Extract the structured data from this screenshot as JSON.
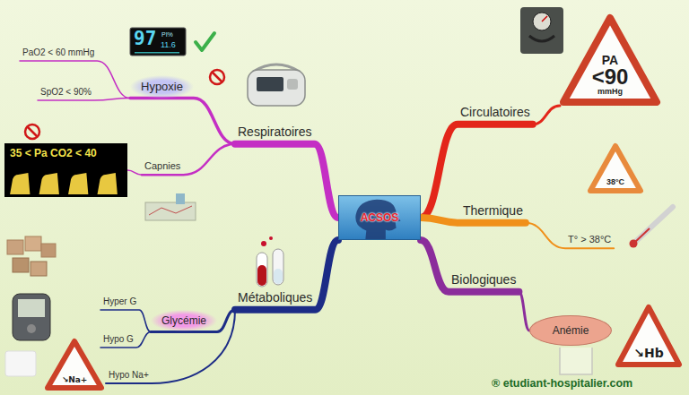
{
  "diagram": {
    "nodes": [
      {
        "text": [
          "ACSOS"
        ]
      },
      {
        "text": [
          "Respiratoires"
        ]
      },
      {
        "text": [
          "Hypoxie"
        ]
      },
      {
        "text": [
          "PaO2 < 60 mmHg"
        ]
      },
      {
        "text": [
          "SpO2 < 90%"
        ]
      },
      {
        "text": [
          "Capnies"
        ]
      },
      {
        "text": [
          "35 < Pa CO2 < 40"
        ]
      },
      {
        "text": [
          "Circulatoires"
        ]
      },
      {
        "text": [
          "PA",
          "<90",
          "mmHg"
        ]
      },
      {
        "text": [
          "Thermique"
        ]
      },
      {
        "text": [
          "T° > 38°C"
        ]
      },
      {
        "text": [
          "38°C"
        ]
      },
      {
        "text": [
          "Biologiques"
        ]
      },
      {
        "text": [
          "Anémie"
        ]
      },
      {
        "text": [
          "↘Hb"
        ]
      },
      {
        "text": [
          "Métaboliques"
        ]
      },
      {
        "text": [
          "Glycémie"
        ]
      },
      {
        "text": [
          "Hyper G"
        ]
      },
      {
        "text": [
          "Hypo G"
        ]
      },
      {
        "text": [
          "Hypo Na+"
        ]
      },
      {
        "text": [
          "↘Na+"
        ]
      }
    ],
    "edges": [
      {
        "from": 0,
        "to": 1,
        "arrow": "none"
      },
      {
        "from": 1,
        "to": 2,
        "arrow": "none"
      },
      {
        "from": 2,
        "to": 3,
        "arrow": "none"
      },
      {
        "from": 2,
        "to": 4,
        "arrow": "none"
      },
      {
        "from": 1,
        "to": 5,
        "arrow": "none"
      },
      {
        "from": 5,
        "to": 6,
        "arrow": "none"
      },
      {
        "from": 0,
        "to": 7,
        "arrow": "none"
      },
      {
        "from": 7,
        "to": 8,
        "arrow": "none"
      },
      {
        "from": 0,
        "to": 9,
        "arrow": "none"
      },
      {
        "from": 9,
        "to": 10,
        "arrow": "none"
      },
      {
        "from": 0,
        "to": 12,
        "arrow": "none"
      },
      {
        "from": 12,
        "to": 13,
        "arrow": "none"
      },
      {
        "from": 0,
        "to": 15,
        "arrow": "none"
      },
      {
        "from": 15,
        "to": 16,
        "arrow": "none"
      },
      {
        "from": 16,
        "to": 17,
        "arrow": "none"
      },
      {
        "from": 16,
        "to": 18,
        "arrow": "none"
      },
      {
        "from": 15,
        "to": 19,
        "arrow": "none"
      }
    ],
    "labels": [
      "97",
      "PI%",
      "11.6",
      "® etudiant-hospitalier.com"
    ]
  }
}
